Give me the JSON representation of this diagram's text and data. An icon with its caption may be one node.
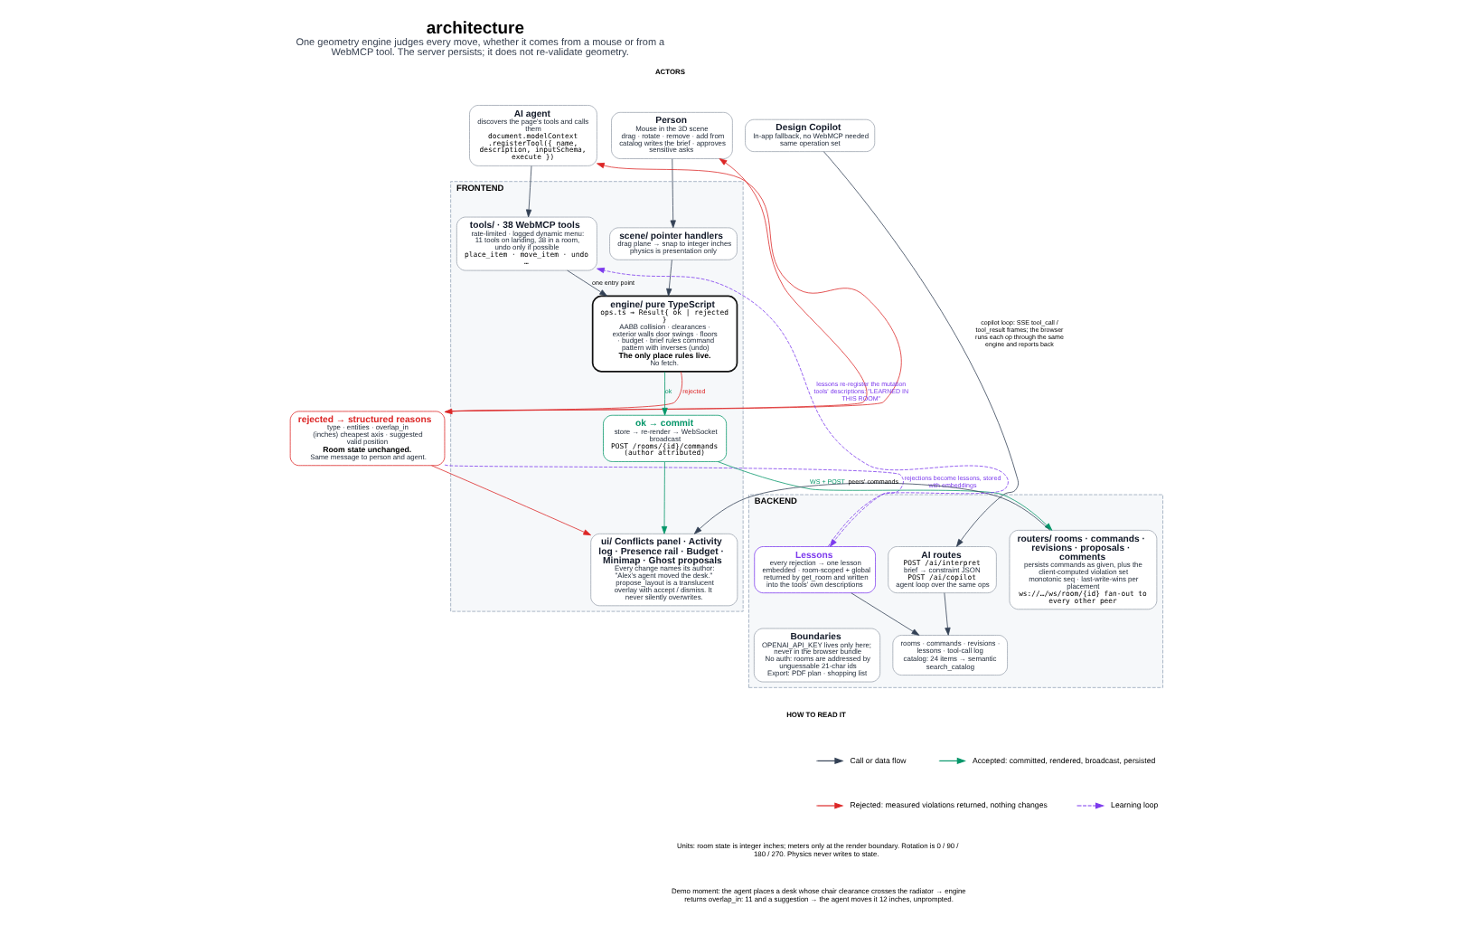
{
  "diagram": {
    "title": "architecture",
    "caption": "One geometry engine judges every move, whether it comes from a mouse or from a WebMCP tool. The server persists; it does not re-validate geometry.",
    "nodes": [
      {
        "text": [
          "AI agent",
          "discovers the page's tools and calls them",
          "document.modelContext .registerTool({ name, description, inputSchema, execute })"
        ]
      },
      {
        "text": [
          "Person",
          "Mouse in the 3D scene",
          "drag · rotate · remove · add from catalog writes the brief · approves sensitive asks"
        ]
      },
      {
        "text": [
          "rejected → structured reasons",
          "type · entities · overlap_in (inches) cheapest axis · suggested valid position",
          "Room state unchanged.",
          "Same message to person and agent."
        ]
      },
      {
        "text": [
          "Design Copilot",
          "In-app fallback, no WebMCP needed",
          "same operation set"
        ]
      },
      {
        "text": [
          "FRONTEND"
        ]
      },
      {
        "text": [
          "tools/ · 38 WebMCP tools",
          "rate-limited · logged dynamic menu: 11 tools on landing, 38 in a room, undo only if possible",
          "place_item · move_item · undo …"
        ],
        "in": 4
      },
      {
        "text": [
          "scene/ pointer handlers",
          "drag plane → snap to integer inches physics is presentation only"
        ],
        "in": 4
      },
      {
        "text": [
          "engine/ pure TypeScript",
          "ops.ts → Result{ ok | rejected }",
          "AABB collision · clearances · exterior walls door swings · floors · budget · brief rules command pattern with inverses (undo)",
          "The only place rules live.",
          "No fetch."
        ],
        "in": 4
      },
      {
        "text": [
          "ok → commit",
          "store → re-render → WebSocket broadcast",
          "POST /rooms/{id}/commands (author attributed)"
        ],
        "in": 4
      },
      {
        "text": [
          "ui/ Conflicts panel · Activity log · Presence rail · Budget · Minimap · Ghost proposals",
          "Every change names its author: \"Alex's agent moved the desk.\" propose_layout is a translucent overlay with accept / dismiss. It never silently overwrites."
        ],
        "in": 4
      },
      {
        "text": [
          "BACKEND"
        ]
      },
      {
        "text": [
          "routers/ rooms · commands · revisions · proposals · comments",
          "persists commands as given, plus the client-computed violation set monotonic seq · last-write-wins per placement",
          "ws://…/ws/room/{id} fan-out to every other peer"
        ],
        "in": 10
      },
      {
        "text": [
          "AI routes",
          "POST /ai/interpret",
          "brief → constraint JSON",
          "POST /ai/copilot",
          "agent loop over the same ops"
        ],
        "in": 10
      },
      {
        "text": [
          "Lessons",
          "every rejection → one lesson embedded · room-scoped + global returned by get_room and written into the tools' own descriptions"
        ],
        "in": 10
      },
      {
        "text": [
          "rooms · commands · revisions · lessons · tool-call log",
          "catalog: 24 items → semantic search_catalog"
        ],
        "in": 10
      },
      {
        "text": [
          "Boundaries",
          "OPENAI_API_KEY lives only here; never in the browser bundle",
          "No auth: rooms are addressed by unguessable 21-char ids",
          "Export: PDF plan · shopping list"
        ],
        "in": 10
      }
    ],
    "edges": [
      {
        "from": 0,
        "to": 5,
        "arrow": "to"
      },
      {
        "from": 1,
        "to": 6,
        "arrow": "to"
      },
      {
        "from": 5,
        "to": 7,
        "arrow": "to",
        "label": "one entry point"
      },
      {
        "from": 6,
        "to": 7,
        "arrow": "to"
      },
      {
        "from": 7,
        "to": 8,
        "arrow": "to",
        "label": "ok",
        "color": "#059669"
      },
      {
        "from": 7,
        "to": 2,
        "arrow": "to",
        "label": "rejected",
        "color": "#dc2626"
      },
      {
        "from": 8,
        "to": 9,
        "arrow": "to",
        "color": "#059669"
      },
      {
        "from": 8,
        "to": 11,
        "arrow": "to",
        "label": "WS + POST",
        "color": "#059669"
      },
      {
        "from": 11,
        "to": 9,
        "arrow": "to",
        "label": "peers' commands"
      },
      {
        "from": 2,
        "to": 1,
        "arrow": "to",
        "color": "#dc2626"
      },
      {
        "from": 2,
        "to": 0,
        "arrow": "to",
        "color": "#dc2626"
      },
      {
        "from": 2,
        "to": 9,
        "arrow": "to",
        "color": "#dc2626"
      },
      {
        "from": 3,
        "to": 12,
        "arrow": "to",
        "label": "copilot loop: SSE tool_call / tool_result frames; the browser runs each op through the same engine and reports back"
      },
      {
        "from": 12,
        "to": 14,
        "arrow": "to"
      },
      {
        "from": 13,
        "to": 14,
        "arrow": "to"
      },
      {
        "from": 2,
        "to": 13,
        "arrow": "to",
        "style": "dashed",
        "color": "#7c3aed",
        "label": "rejections become lessons, stored with embeddings"
      },
      {
        "from": 13,
        "to": 5,
        "arrow": "to",
        "style": "dashed",
        "color": "#7c3aed",
        "label": "lessons re-register the mutation tools' descriptions: \"LEARNED IN THIS ROOM\""
      }
    ],
    "labels": [
      "ACTORS",
      "HOW TO READ IT",
      "Units: room state is integer inches; meters only at the render boundary. Rotation is 0 / 90 / 180 / 270. Physics never writes to state.",
      "Demo moment: the agent places a desk whose chair clearance crosses the radiator → engine returns overlap_in: 11 and a suggestion → the agent moves it 12 inches, unprompted."
    ],
    "legend": [
      {
        "text": "Call or data flow"
      },
      {
        "text": "Accepted: committed, rendered, broadcast, persisted"
      },
      {
        "text": "Rejected: measured violations returned, nothing changes"
      },
      {
        "text": "Learning loop"
      }
    ]
  }
}
